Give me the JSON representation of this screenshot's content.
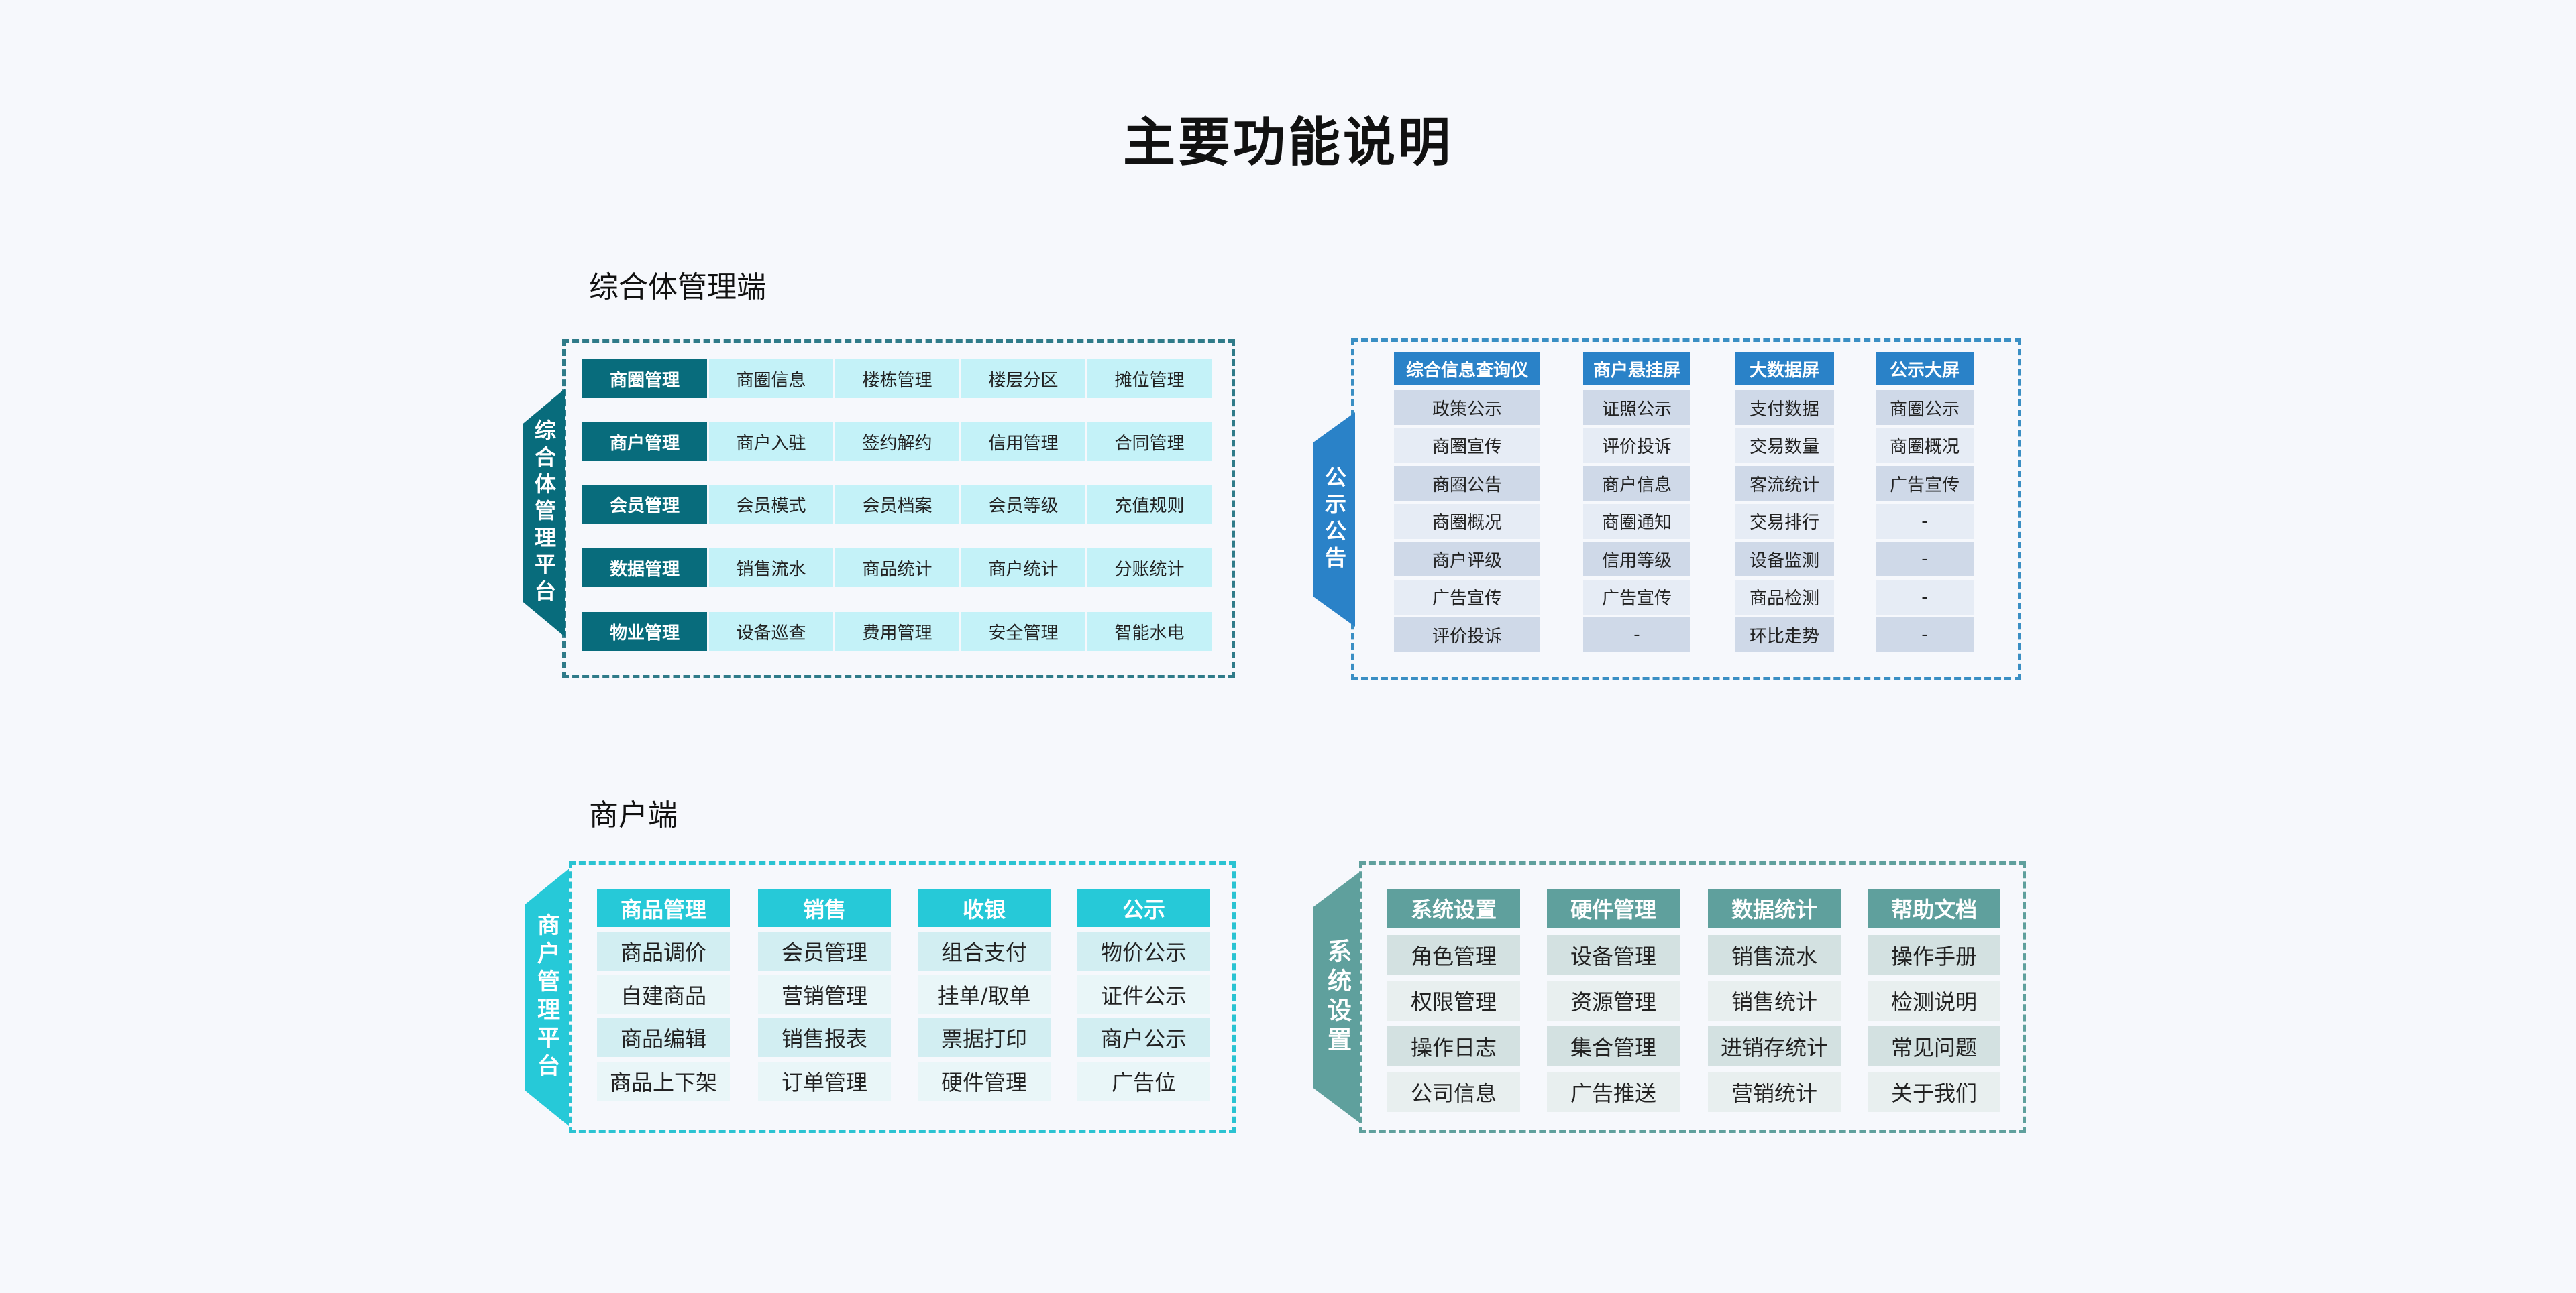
{
  "page": {
    "title": "主要功能说明"
  },
  "sections": {
    "complex_label": "综合体管理端",
    "merchant_label": "商户端"
  },
  "colors": {
    "dark_teal": "#086c7c",
    "light_cyan": "#c4f2f8",
    "blue": "#2a82c8",
    "blue_cell_a": "#cfd9e8",
    "blue_cell_b": "#e6ecf5",
    "cyan": "#26c9d8",
    "cyan_cell_a": "#d2eef2",
    "cyan_cell_b": "#e9f6f8",
    "sage": "#5fa09d",
    "sage_cell_a": "#d3e1e1",
    "sage_cell_b": "#e8efef"
  },
  "panel1": {
    "tab": "综合体管理平台",
    "rows": [
      {
        "header": "商圈管理",
        "items": [
          "商圈信息",
          "楼栋管理",
          "楼层分区",
          "摊位管理"
        ]
      },
      {
        "header": "商户管理",
        "items": [
          "商户入驻",
          "签约解约",
          "信用管理",
          "合同管理"
        ]
      },
      {
        "header": "会员管理",
        "items": [
          "会员模式",
          "会员档案",
          "会员等级",
          "充值规则"
        ]
      },
      {
        "header": "数据管理",
        "items": [
          "销售流水",
          "商品统计",
          "商户统计",
          "分账统计"
        ]
      },
      {
        "header": "物业管理",
        "items": [
          "设备巡查",
          "费用管理",
          "安全管理",
          "智能水电"
        ]
      }
    ]
  },
  "panel2": {
    "tab": "公示公告",
    "columns": [
      {
        "header": "综合信息查询仪",
        "items": [
          "政策公示",
          "商圈宣传",
          "商圈公告",
          "商圈概况",
          "商户评级",
          "广告宣传",
          "评价投诉"
        ]
      },
      {
        "header": "商户悬挂屏",
        "items": [
          "证照公示",
          "评价投诉",
          "商户信息",
          "商圈通知",
          "信用等级",
          "广告宣传",
          "-"
        ]
      },
      {
        "header": "大数据屏",
        "items": [
          "支付数据",
          "交易数量",
          "客流统计",
          "交易排行",
          "设备监测",
          "商品检测",
          "环比走势"
        ]
      },
      {
        "header": "公示大屏",
        "items": [
          "商圈公示",
          "商圈概况",
          "广告宣传",
          "-",
          "-",
          "-",
          "-"
        ]
      }
    ]
  },
  "panel3": {
    "tab": "商户管理平台",
    "columns": [
      {
        "header": "商品管理",
        "items": [
          "商品调价",
          "自建商品",
          "商品编辑",
          "商品上下架"
        ]
      },
      {
        "header": "销售",
        "items": [
          "会员管理",
          "营销管理",
          "销售报表",
          "订单管理"
        ]
      },
      {
        "header": "收银",
        "items": [
          "组合支付",
          "挂单/取单",
          "票据打印",
          "硬件管理"
        ]
      },
      {
        "header": "公示",
        "items": [
          "物价公示",
          "证件公示",
          "商户公示",
          "广告位"
        ]
      }
    ]
  },
  "panel4": {
    "tab": "系统设置",
    "columns": [
      {
        "header": "系统设置",
        "items": [
          "角色管理",
          "权限管理",
          "操作日志",
          "公司信息"
        ]
      },
      {
        "header": "硬件管理",
        "items": [
          "设备管理",
          "资源管理",
          "集合管理",
          "广告推送"
        ]
      },
      {
        "header": "数据统计",
        "items": [
          "销售流水",
          "销售统计",
          "进销存统计",
          "营销统计"
        ]
      },
      {
        "header": "帮助文档",
        "items": [
          "操作手册",
          "检测说明",
          "常见问题",
          "关于我们"
        ]
      }
    ]
  }
}
